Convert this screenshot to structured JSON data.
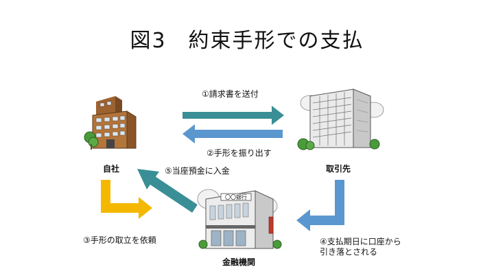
{
  "title": "図3　約束手形での支払",
  "entities": {
    "own_company": "自社",
    "business_partner": "取引先",
    "financial_institution": "金融機関",
    "bank_sign": "〇〇銀行"
  },
  "steps": {
    "step1": "①請求書を送付",
    "step2": "②手形を振り出す",
    "step3": "③手形の取立を依頼",
    "step4_line1": "④支払期日に口座から",
    "step4_line2": "引き落とされる",
    "step5": "⑤当座預金に入金"
  },
  "colors": {
    "teal_arrow": "#3a8f96",
    "blue_arrow": "#5b97cf",
    "yellow_arrow": "#f5b800",
    "building_brown": "#b4753a",
    "building_gray": "#e4e4e4",
    "tree_green": "#4a9b3a"
  }
}
